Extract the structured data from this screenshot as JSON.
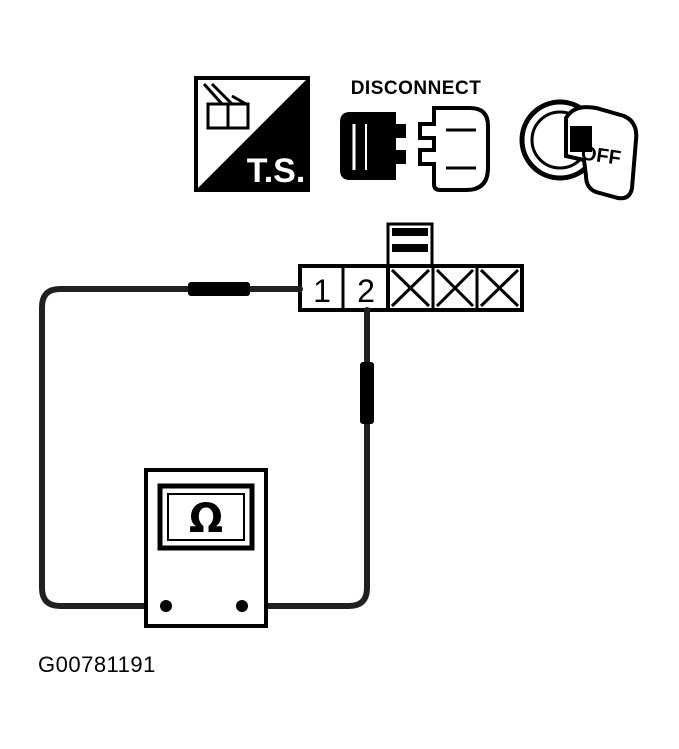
{
  "icons": {
    "test_switch_label": "T.S.",
    "disconnect_label": "DISCONNECT",
    "ignition_label": "OFF"
  },
  "connector": {
    "pins": [
      "1",
      "2"
    ]
  },
  "meter": {
    "symbol": "Ω"
  },
  "figure_id": "G00781191",
  "colors": {
    "ink": "#000000",
    "paper": "#ffffff",
    "wire": "#202020"
  }
}
